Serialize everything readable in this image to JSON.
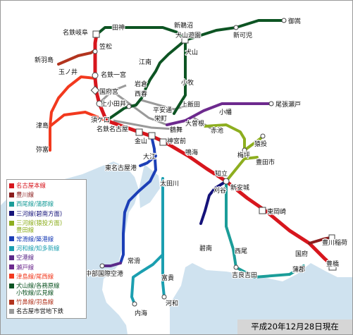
{
  "legend": [
    {
      "label": "名古屋本線",
      "color": "#d7161d"
    },
    {
      "label": "豊川線",
      "color": "#8b1d1d"
    },
    {
      "label": "西尾線/蒲郡線",
      "color": "#1b9d99"
    },
    {
      "label": "三河線(碧南方面)",
      "color": "#15137a"
    },
    {
      "label": "三河線(猿投方面)",
      "label2": "豊田線",
      "color": "#8dae1f"
    },
    {
      "label": "常滑線/築港線",
      "color": "#1c3fb7"
    },
    {
      "label": "河和線/知多新線",
      "color": "#1b9fb0"
    },
    {
      "label": "空港線",
      "color": "#5b2a8a"
    },
    {
      "label": "瀬戸線",
      "color": "#6d2a8e"
    },
    {
      "label": "津島線/尾西線",
      "color": "#f2391e"
    },
    {
      "label": "犬山線/各務原線",
      "label2": "小牧線/広見線",
      "color": "#0d5423"
    },
    {
      "label": "竹鼻線/羽島線",
      "color": "#b2341e"
    },
    {
      "label": "名古屋市営地下鉄",
      "color": "#9a9a9a"
    }
  ],
  "stations": {
    "gifu": "名鉄岐阜",
    "tajin": "田神",
    "kasamatsu": "笠松",
    "shinshinsen": "新羽島",
    "tamanoi": "玉ノ井",
    "ichinomiya": "名鉄一宮",
    "kokufunomiya": "国府宮",
    "tsushima": "津島",
    "yatomi": "弥富",
    "sukaguchi": "須ケ口",
    "meitetsu_nagoya": "名鉄名古屋",
    "kanayama": "金山",
    "jingumae": "神宮前",
    "shinunuma": "新鵜沼",
    "inuyamayuen": "犬山遊園",
    "inuyama": "犬山",
    "shinkani": "新可児",
    "mitake": "御嵩",
    "konan": "江南",
    "iwakura": "岩倉",
    "nishiharu": "西春",
    "kamiotai": "上小田井",
    "komaki": "小牧",
    "heianbashi": "平安通",
    "kamiiida": "上飯田",
    "ozone": "大曽根",
    "sakae": "栄町",
    "owariseto": "尾張瀬戸",
    "obata": "小幡",
    "sakurai": "鶴舞",
    "akaike": "赤池",
    "sanage": "猿投",
    "umetsubo": "梅坪",
    "toyotashi": "豊田市",
    "narumi": "鳴海",
    "chiryu": "知立",
    "shinanjo": "新安城",
    "kariya": "刈谷",
    "higashiokazaki": "東岡崎",
    "hekinan": "碧南",
    "nishio": "西尾",
    "kiragoshida": "吉良吉田",
    "gamagori": "蒲郡",
    "toyokawainari": "豊川稲荷",
    "kou": "国府",
    "toyohashi": "豊橋",
    "higashinagoyako": "東名古屋港",
    "daie": "大江",
    "otagawa": "太田川",
    "tokoname": "常滑",
    "centrair": "中部国際空港",
    "tomida": "富貴",
    "kowa": "河和",
    "utsumi": "内海"
  },
  "date_stamp": "平成20年12月28日現在"
}
